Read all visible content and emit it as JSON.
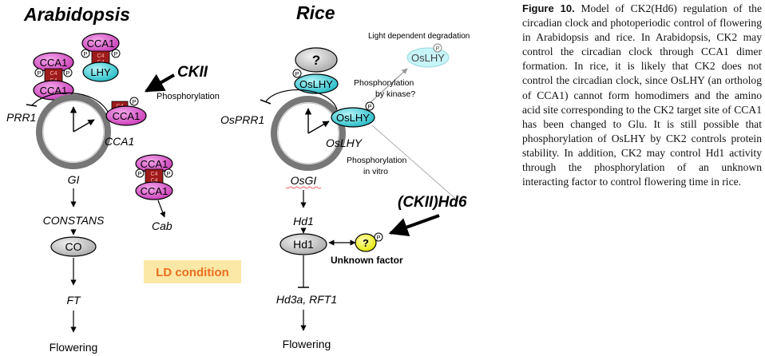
{
  "figure": {
    "arabidopsis": {
      "title": "Arabidopsis",
      "cca1": "CCA1",
      "lhy": "LHY",
      "c4": "C4",
      "p": "P",
      "ckii": "CKII",
      "phosphorylation": "Phosphorylation",
      "prr1": "PRR1",
      "cca1_clock": "CCA1",
      "gi": "GI",
      "constans": "CONSTANS",
      "co": "CO",
      "ft": "FT",
      "flowering": "Flowering",
      "cab": "Cab"
    },
    "ld_condition": "LD condition",
    "rice": {
      "title": "Rice",
      "question": "?",
      "oslhy": "OsLHY",
      "light_degradation": "Light dependent degradation",
      "phos_kinase_line1": "Phosphorylation",
      "phos_kinase_line2": "by kinase?",
      "osprr1": "OsPRR1",
      "oslhy_clock": "OsLHY",
      "phos_vitro_line1": "Phosphorylation",
      "phos_vitro_line2": "in vitro",
      "osgi": "OsGI",
      "ckii_hd6": "(CKII)Hd6",
      "hd1_label": "Hd1",
      "hd1_box": "Hd1",
      "unknown_factor": "Unknown factor",
      "hd3a": "Hd3a, RFT1",
      "flowering": "Flowering"
    },
    "colors": {
      "magenta": "#d955c9",
      "cyan": "#37d3dc",
      "darkred": "#9e1b1b",
      "yellow": "#ffff00",
      "gray": "#cfcfcf",
      "ld_bg": "#fbe7a6",
      "ld_text": "#ea6f1f"
    }
  },
  "caption": {
    "label": "Figure 10.",
    "text": "Model of CK2(Hd6) regulation of the circadian clock and photoperiodic control of flowering in Arabidopsis and rice. In Arabidopsis, CK2 may control the circadian clock through CCA1 dimer formation. In rice, it is likely that CK2 does not control the circadian clock, since OsLHY (an ortholog of CCA1) cannot form homodimers and the amino acid site corresponding to the CK2 target site of CCA1 has been changed to Glu. It is still possible that phosphorylation of OsLHY by CK2 controls protein stability. In addition, CK2 may control Hd1 activity through the phosphorylation of an unknown interacting factor to control flowering time in rice."
  }
}
